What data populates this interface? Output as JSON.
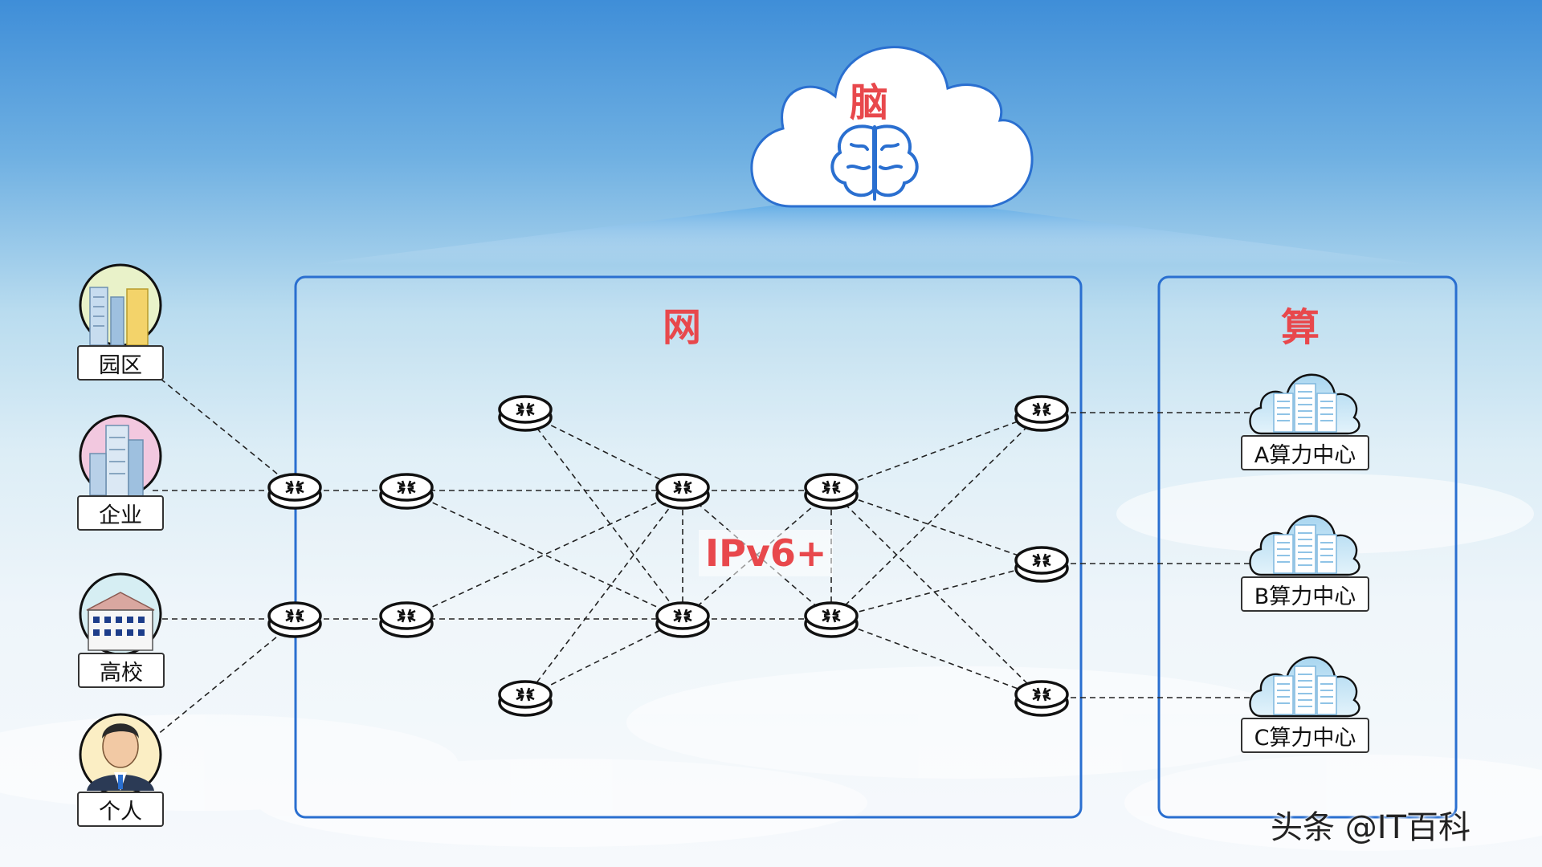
{
  "brain": {
    "label": "脑"
  },
  "network": {
    "label": "网",
    "protocol": "IPv6+"
  },
  "compute": {
    "label": "算",
    "centers": [
      {
        "label": "A算力中心"
      },
      {
        "label": "B算力中心"
      },
      {
        "label": "C算力中心"
      }
    ]
  },
  "clients": [
    {
      "label": "园区"
    },
    {
      "label": "企业"
    },
    {
      "label": "高校"
    },
    {
      "label": "个人"
    }
  ],
  "watermark": "头条 @IT百科",
  "colors": {
    "accent_red": "#e8484c",
    "frame_blue": "#2a6fd0",
    "cloud_outline": "#2a6fd0"
  }
}
